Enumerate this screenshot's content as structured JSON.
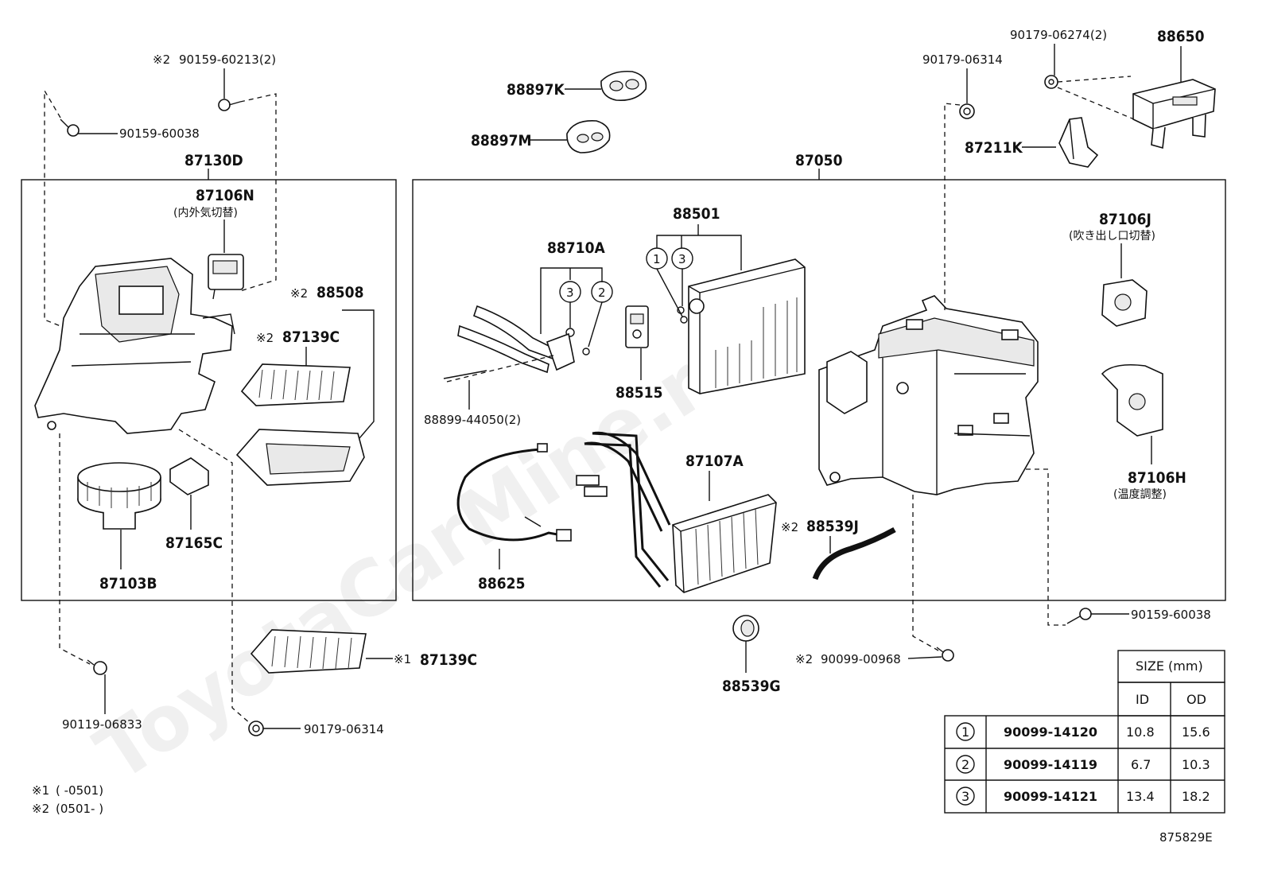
{
  "watermark": "ToyotaCarMine.ru",
  "diagram_id": "875829E",
  "groups": {
    "left_box": "87130D",
    "right_box": "87050"
  },
  "parts": {
    "p_90159_60213": "90159-60213(2)",
    "p_90159_60038_a": "90159-60038",
    "p_87106N": "87106N",
    "p_87106N_note": "(内外気切替)",
    "p_88508": "88508",
    "p_87139C_a": "87139C",
    "p_87165C": "87165C",
    "p_87103B": "87103B",
    "p_90119_06833": "90119-06833",
    "p_87139C_b": "87139C",
    "p_90179_06314_a": "90179-06314",
    "p_88897K": "88897K",
    "p_88897M": "88897M",
    "p_88710A": "88710A",
    "p_88501": "88501",
    "p_88515": "88515",
    "p_88899_44050": "88899-44050(2)",
    "p_88625": "88625",
    "p_87107A": "87107A",
    "p_88539J": "88539J",
    "p_88539G": "88539G",
    "p_90099_00968": "90099-00968",
    "p_90179_06314_b": "90179-06314",
    "p_90179_06274": "90179-06274(2)",
    "p_88650": "88650",
    "p_87211K": "87211K",
    "p_87106J": "87106J",
    "p_87106J_note": "(吹き出し口切替)",
    "p_87106H": "87106H",
    "p_87106H_note": "(温度調整)",
    "p_90159_60038_b": "90159-60038"
  },
  "marks": {
    "m2": "※2",
    "m1": "※1",
    "c1": "1",
    "c2": "2",
    "c3": "3"
  },
  "footnotes": {
    "note1_mark": "※1",
    "note1_text": "(      -0501)",
    "note2_mark": "※2",
    "note2_text": "(0501-      )"
  },
  "size_table": {
    "title": "SIZE (mm)",
    "col_id": "ID",
    "col_od": "OD",
    "rows": [
      {
        "ref": "1",
        "part": "90099-14120",
        "id": "10.8",
        "od": "15.6"
      },
      {
        "ref": "2",
        "part": "90099-14119",
        "id": "6.7",
        "od": "10.3"
      },
      {
        "ref": "3",
        "part": "90099-14121",
        "id": "13.4",
        "od": "18.2"
      }
    ]
  }
}
